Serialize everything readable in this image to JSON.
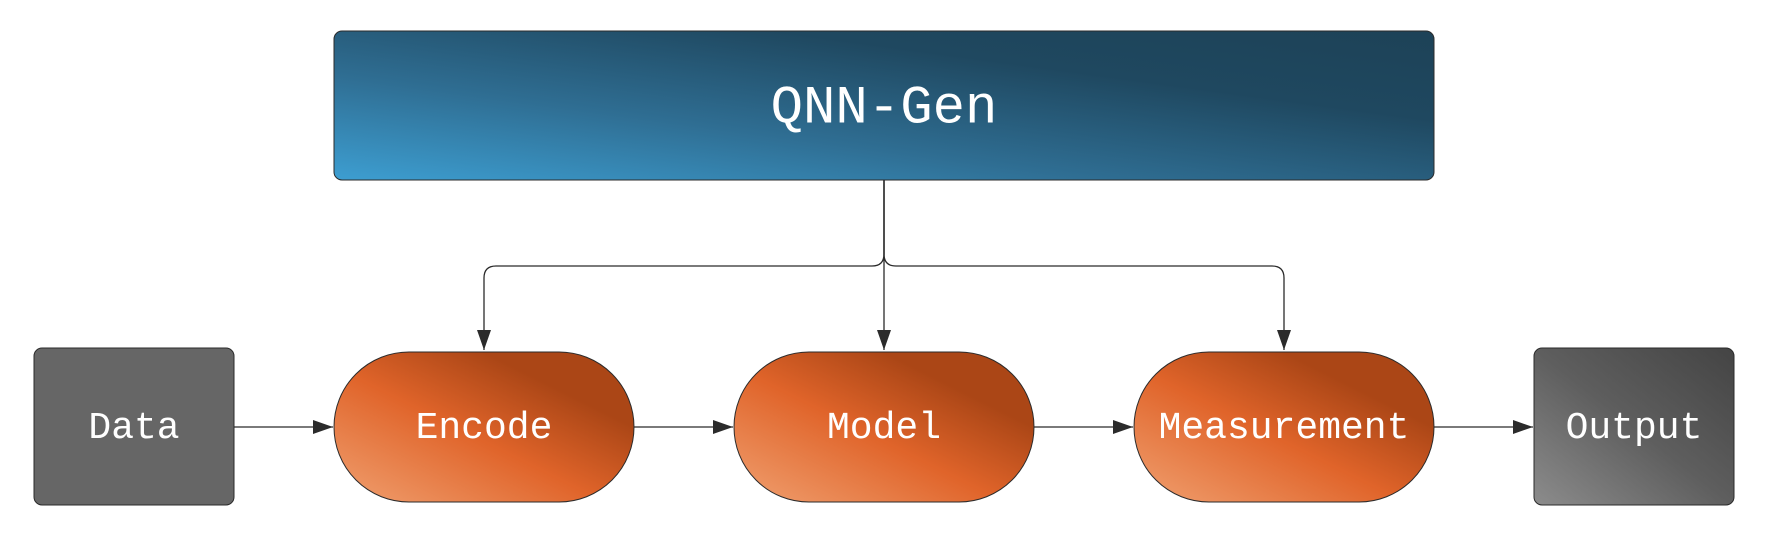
{
  "title": "QNN-Gen",
  "nodes": {
    "data": "Data",
    "encode": "Encode",
    "model": "Model",
    "measurement": "Measurement",
    "output": "Output"
  },
  "colors": {
    "header_gradient": [
      "#3d9ed1",
      "#2f6e93",
      "#1f4860",
      "#1d4257"
    ],
    "stage_gradient": [
      "#f0a070",
      "#e0642a",
      "#ab4616"
    ],
    "data_fill": "#666666",
    "output_gradient": [
      "#8c8c8c",
      "#5e5e5e",
      "#444444"
    ],
    "stroke": "#2b2b2b",
    "text": "#ffffff"
  }
}
